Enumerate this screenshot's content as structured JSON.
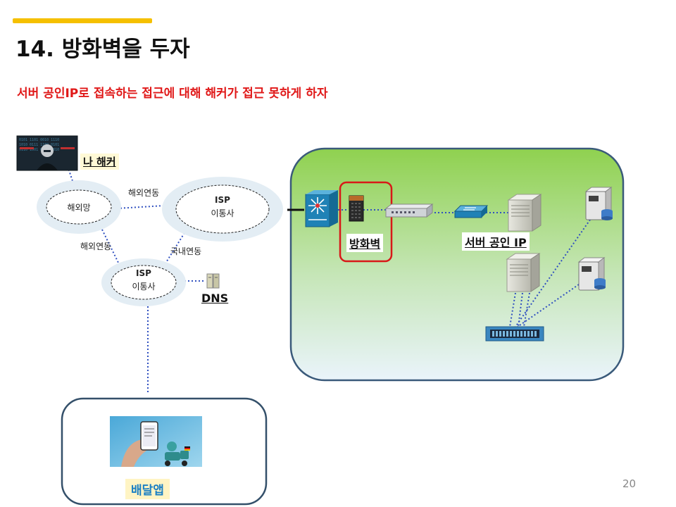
{
  "slide": {
    "title": "14. 방화벽을 두자",
    "subtitle": "서버 공인IP로 접속하는 접근에 대해 해커가 접근 못하게 하자",
    "page_number": "20"
  },
  "nodes": {
    "hacker": {
      "label": "나 해커"
    },
    "overseas_net": {
      "label": "해외망"
    },
    "isp_top": {
      "line1": "ISP",
      "line2": "이통사"
    },
    "isp_bottom": {
      "line1": "ISP",
      "line2": "이통사"
    },
    "dns": {
      "label": "DNS"
    },
    "firewall": {
      "label": "방화벽"
    },
    "server_ip": {
      "label": "서버 공인 IP"
    },
    "delivery_app": {
      "label": "배달앱"
    }
  },
  "links": {
    "overseas_to_isp_top": "해외연동",
    "overseas_to_isp_bottom": "해외연동",
    "isp_domestic": "국내연동"
  },
  "colors": {
    "accent": "#f5c000",
    "subtitle": "#e01818",
    "firewall_highlight": "#d81818",
    "dotted_link": "#3050c0",
    "network_zone_top": "#8fd14f",
    "network_zone_bottom": "#eaf4fb",
    "app_label": "#1a7fc4"
  }
}
